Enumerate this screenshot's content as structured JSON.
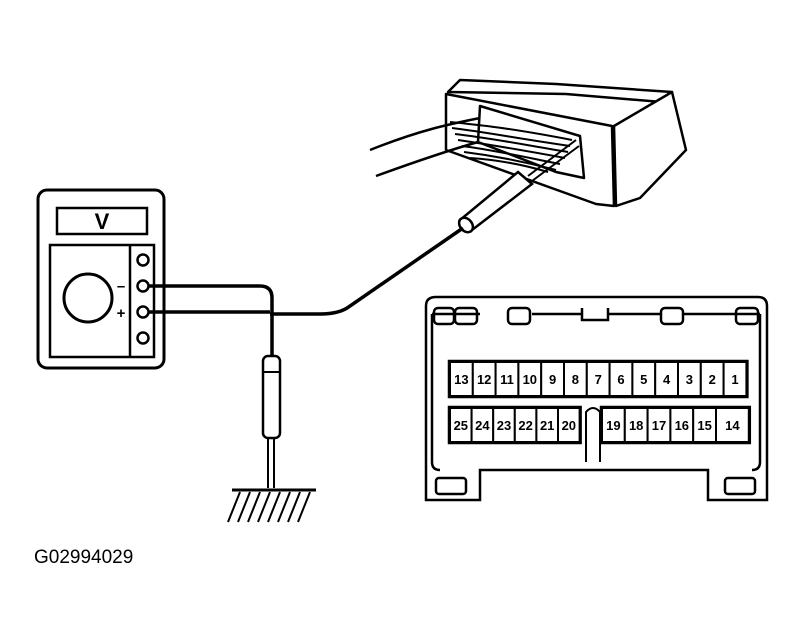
{
  "meter": {
    "display": "V",
    "minus_sign": "–",
    "plus_sign": "+"
  },
  "connector": {
    "top_row": [
      "13",
      "12",
      "11",
      "10",
      "9",
      "8",
      "7",
      "6",
      "5",
      "4",
      "3",
      "2",
      "1"
    ],
    "bottom_row_left": [
      "25",
      "24",
      "23",
      "22",
      "21",
      "20"
    ],
    "bottom_row_right": [
      "19",
      "18",
      "17",
      "16",
      "15",
      "14"
    ]
  },
  "figure_id": "G02994029",
  "colors": {
    "ink": "#000000",
    "paper": "#ffffff"
  }
}
